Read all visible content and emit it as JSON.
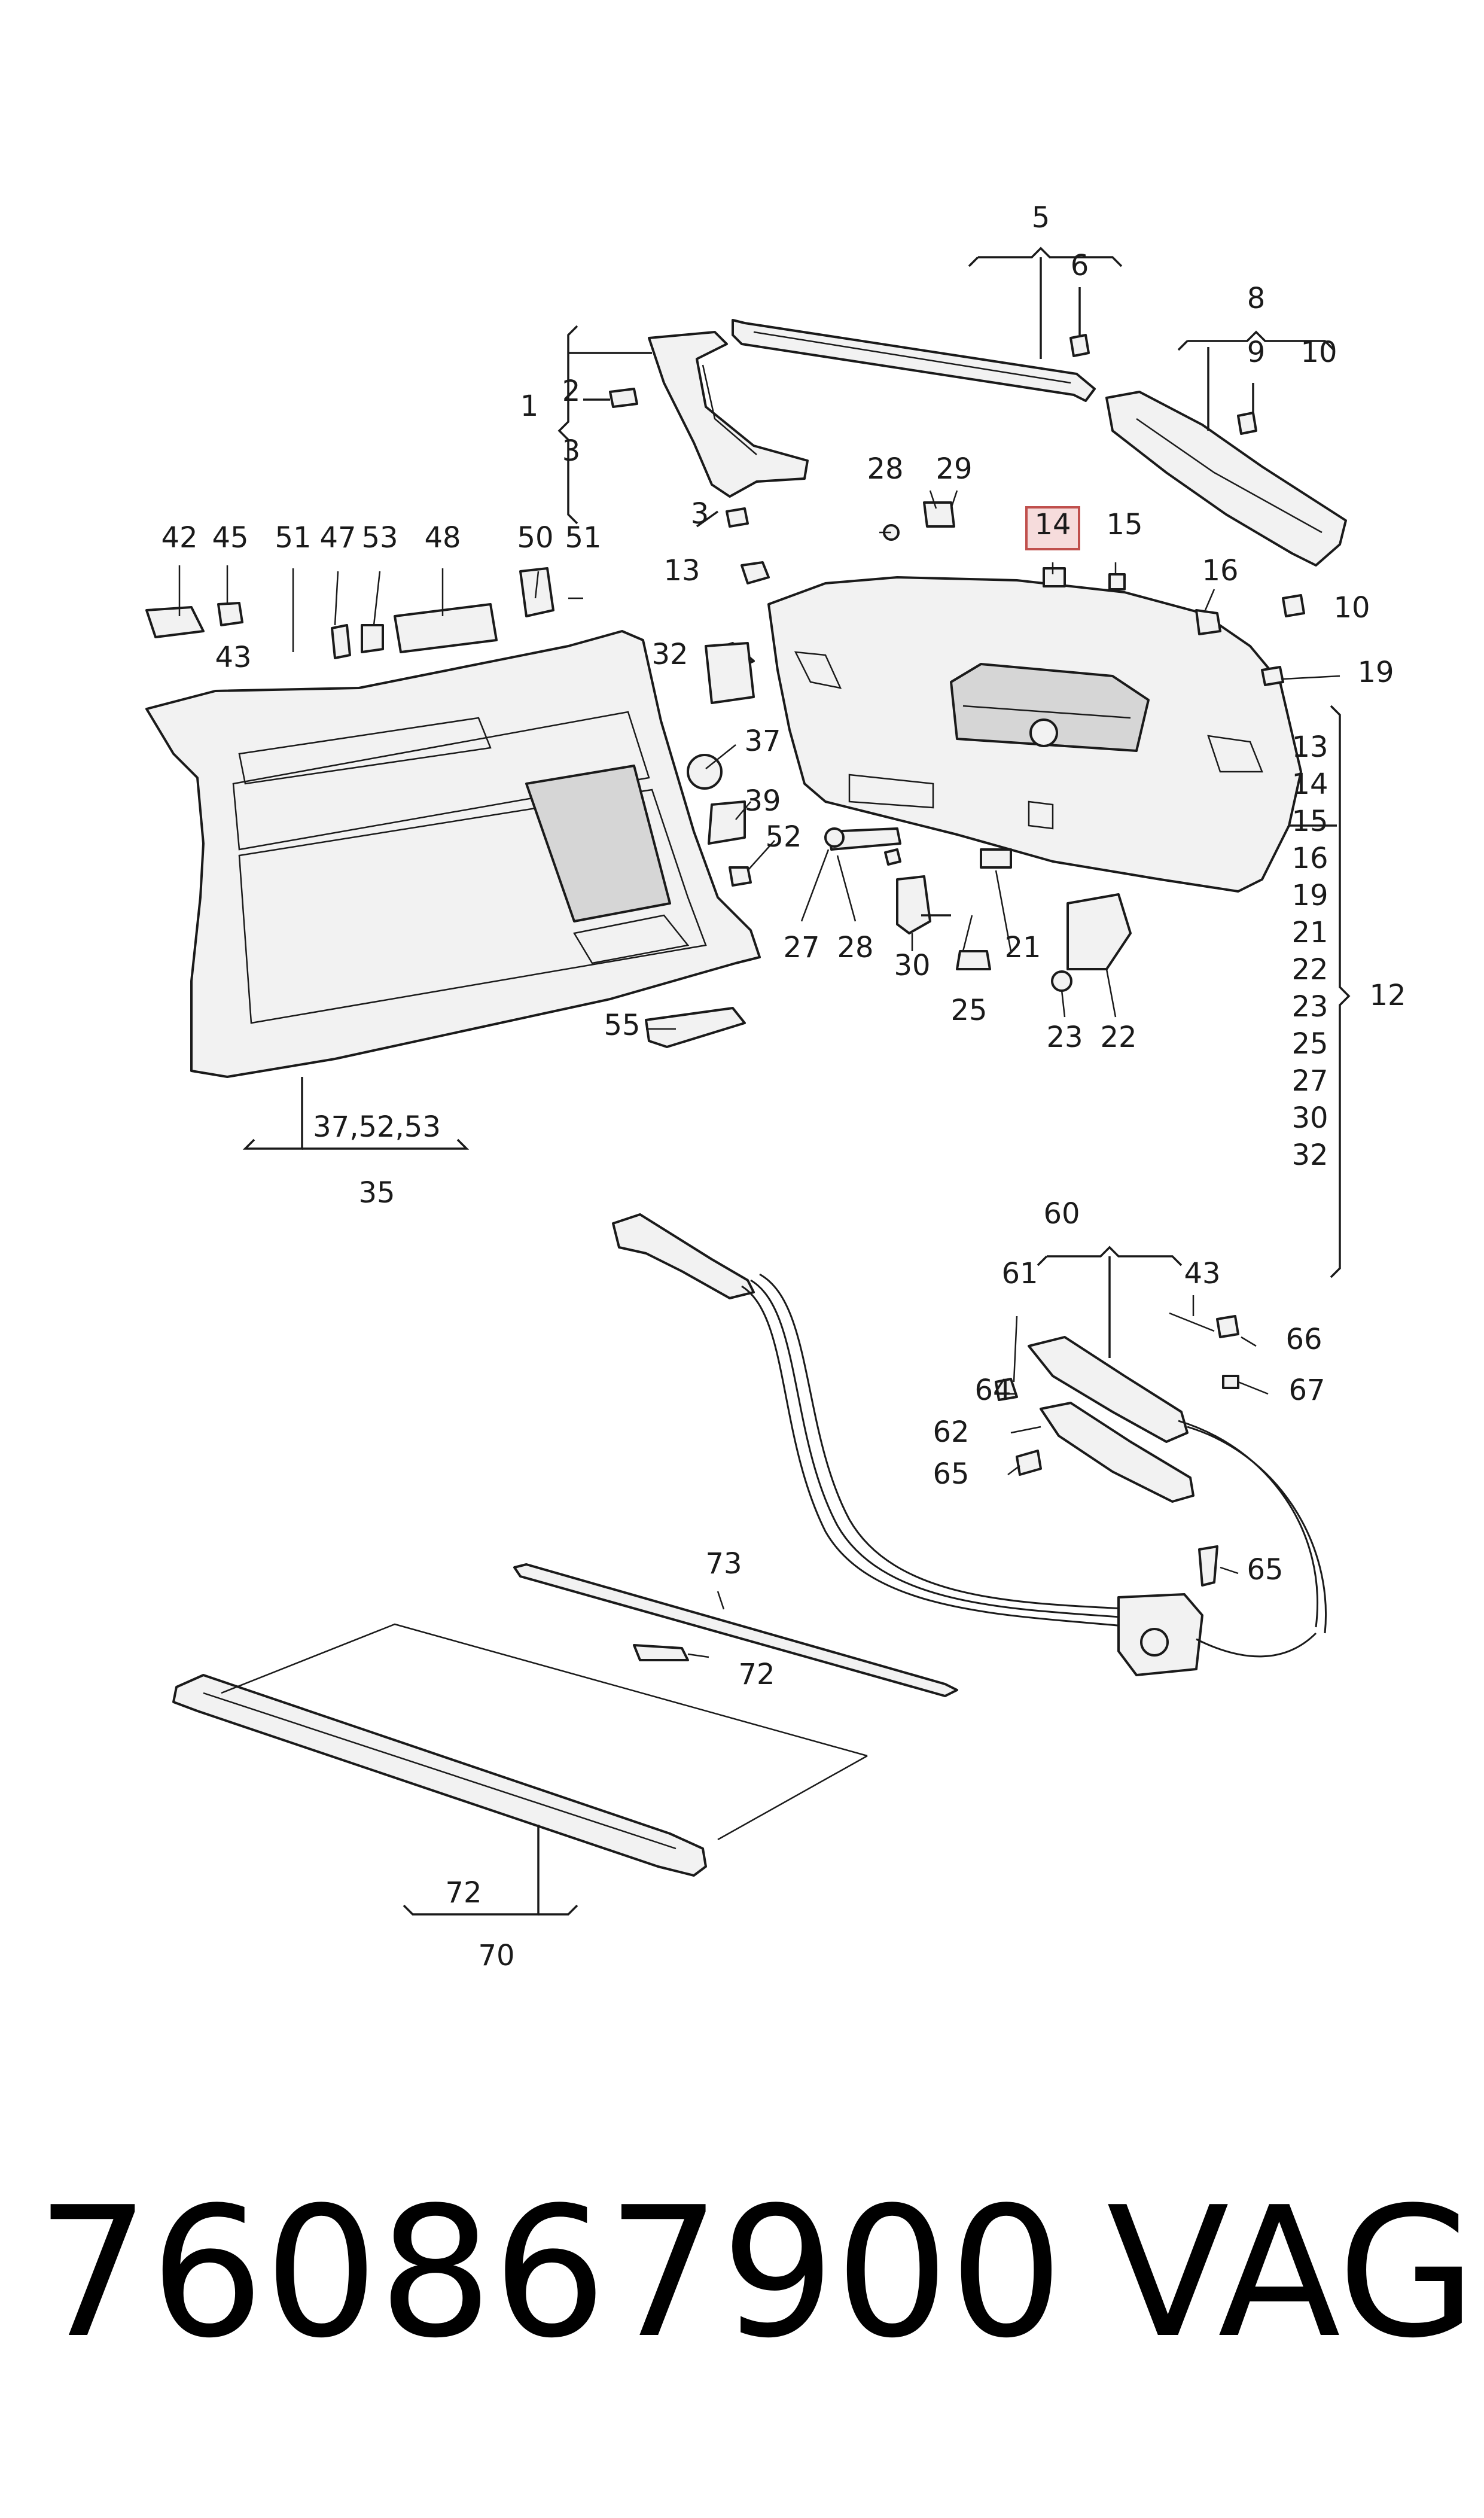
{
  "part_labels": [
    {
      "key": "l1",
      "text": "1"
    },
    {
      "key": "l2",
      "text": "2"
    },
    {
      "key": "l3a",
      "text": "3"
    },
    {
      "key": "l3b",
      "text": "3"
    },
    {
      "key": "l5",
      "text": "5"
    },
    {
      "key": "l6",
      "text": "6"
    },
    {
      "key": "l8",
      "text": "8"
    },
    {
      "key": "l9",
      "text": "9"
    },
    {
      "key": "l10a",
      "text": "10"
    },
    {
      "key": "l10b",
      "text": "10"
    },
    {
      "key": "l12",
      "text": "12"
    },
    {
      "key": "l13",
      "text": "13"
    },
    {
      "key": "l14",
      "text": "14"
    },
    {
      "key": "l15",
      "text": "15"
    },
    {
      "key": "l16",
      "text": "16"
    },
    {
      "key": "l19",
      "text": "19"
    },
    {
      "key": "l21",
      "text": "21"
    },
    {
      "key": "l22",
      "text": "22"
    },
    {
      "key": "l23",
      "text": "23"
    },
    {
      "key": "l25",
      "text": "25"
    },
    {
      "key": "l27",
      "text": "27"
    },
    {
      "key": "l28a",
      "text": "28"
    },
    {
      "key": "l28b",
      "text": "28"
    },
    {
      "key": "l29",
      "text": "29"
    },
    {
      "key": "l30",
      "text": "30"
    },
    {
      "key": "l32",
      "text": "32"
    },
    {
      "key": "l35",
      "text": "35"
    },
    {
      "key": "l35sub",
      "text": "37,52,53"
    },
    {
      "key": "l37",
      "text": "37"
    },
    {
      "key": "l39",
      "text": "39"
    },
    {
      "key": "l42",
      "text": "42"
    },
    {
      "key": "l43a",
      "text": "43"
    },
    {
      "key": "l43b",
      "text": "43"
    },
    {
      "key": "l45",
      "text": "45"
    },
    {
      "key": "l47",
      "text": "47"
    },
    {
      "key": "l48",
      "text": "48"
    },
    {
      "key": "l50",
      "text": "50"
    },
    {
      "key": "l51a",
      "text": "51"
    },
    {
      "key": "l51b",
      "text": "51"
    },
    {
      "key": "l52",
      "text": "52"
    },
    {
      "key": "l53",
      "text": "53"
    },
    {
      "key": "l55",
      "text": "55"
    },
    {
      "key": "l60",
      "text": "60"
    },
    {
      "key": "l61",
      "text": "61"
    },
    {
      "key": "l62",
      "text": "62"
    },
    {
      "key": "l64",
      "text": "64"
    },
    {
      "key": "l65a",
      "text": "65"
    },
    {
      "key": "l65b",
      "text": "65"
    },
    {
      "key": "l66",
      "text": "66"
    },
    {
      "key": "l67",
      "text": "67"
    },
    {
      "key": "l70",
      "text": "70"
    },
    {
      "key": "l72a",
      "text": "72"
    },
    {
      "key": "l72b",
      "text": "72"
    },
    {
      "key": "l73",
      "text": "73"
    }
  ],
  "group_12_members": [
    "13",
    "14",
    "15",
    "16",
    "19",
    "21",
    "22",
    "23",
    "25",
    "27",
    "30",
    "32"
  ],
  "highlighted_part": "14",
  "footer": {
    "part_number": "760867900",
    "brand": "VAG"
  },
  "colors": {
    "highlight_fill": "#f6dcdc",
    "highlight_stroke": "#c0504d",
    "ink": "#1a1a1a"
  }
}
